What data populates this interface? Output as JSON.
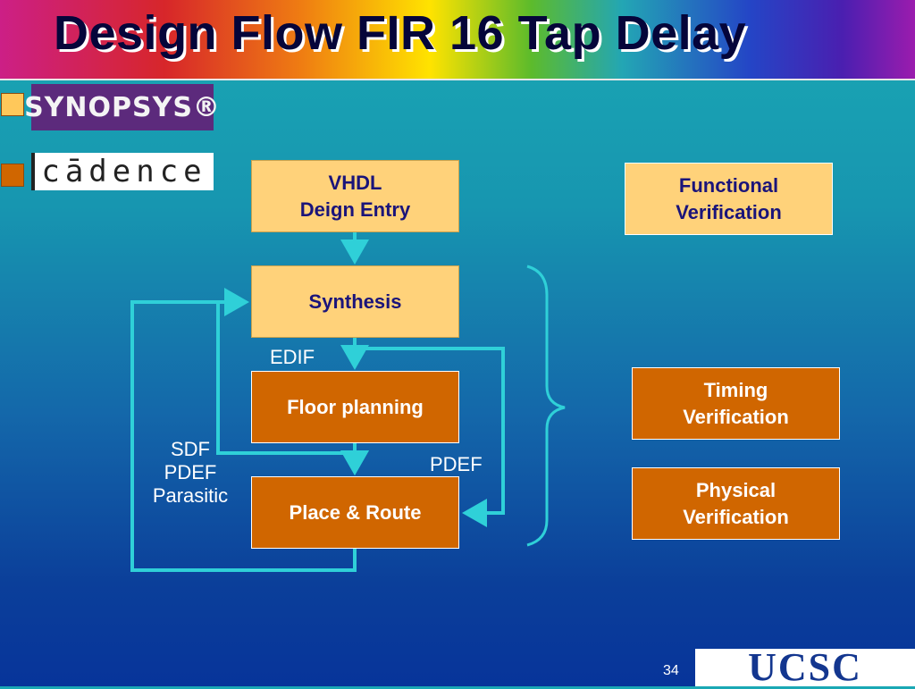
{
  "title": "Design Flow FIR 16 Tap Delay",
  "colors": {
    "light_box": "#ffd27a",
    "dark_box": "#d06600",
    "arrow": "#2fd0d8",
    "title_text": "#05053a"
  },
  "tools": {
    "synopsys": "SYNOPSYS®",
    "cadence": "cādence"
  },
  "flow": {
    "vhdl": "VHDL\nDeign Entry",
    "synthesis": "Synthesis",
    "floor": "Floor planning",
    "place": "Place & Route",
    "edif": "EDIF",
    "pdef": "PDEF",
    "sdf": "SDF\nPDEF\nParasitic"
  },
  "verification": {
    "functional": "Functional\nVerification",
    "timing": "Timing\nVerification",
    "physical": "Physical\nVerification"
  },
  "footer": {
    "page_number": "34",
    "logo": "UCSC"
  }
}
